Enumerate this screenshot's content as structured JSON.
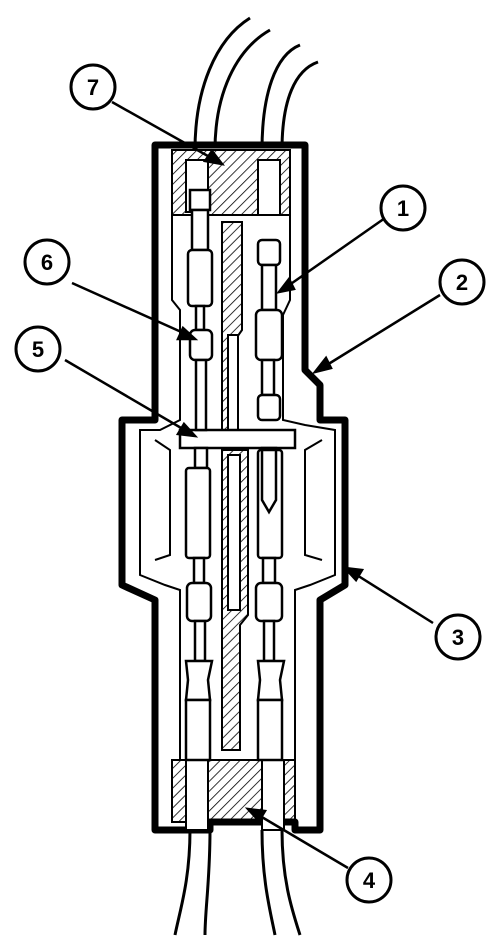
{
  "callouts": [
    {
      "id": "1",
      "label": "1"
    },
    {
      "id": "2",
      "label": "2"
    },
    {
      "id": "3",
      "label": "3"
    },
    {
      "id": "4",
      "label": "4"
    },
    {
      "id": "5",
      "label": "5"
    },
    {
      "id": "6",
      "label": "6"
    },
    {
      "id": "7",
      "label": "7"
    }
  ],
  "colors": {
    "ink": "#000000",
    "paper": "#ffffff",
    "hatch": "#000000"
  }
}
